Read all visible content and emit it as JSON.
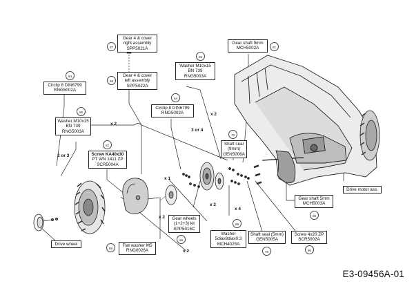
{
  "drawing_code": "E3-09456A-01",
  "parts": [
    {
      "id": "gear-cover-right",
      "ref": "67",
      "lines": [
        "Gear 4 & cover",
        "right assembly",
        "SPP5021A"
      ]
    },
    {
      "id": "gear-cover-left",
      "ref": "66",
      "lines": [
        "Gear 4 & cover",
        "left assembly",
        "SPP5022A"
      ]
    },
    {
      "id": "circlip-left",
      "ref": "64",
      "lines": [
        "Circlip 8 DIN6799",
        "RNG5002A"
      ]
    },
    {
      "id": "washer-left",
      "ref": "65",
      "lines": [
        "Washer M10x15",
        "BN 739",
        "RNG5003A"
      ]
    },
    {
      "id": "washer-top",
      "ref": "65",
      "lines": [
        "Washer M10x15",
        "BN 739",
        "RNG5003A"
      ]
    },
    {
      "id": "circlip-center",
      "ref": "64",
      "lines": [
        "Circlip 8 DIN6799",
        "RNG5002A"
      ]
    },
    {
      "id": "gear-shaft-9",
      "ref": "81",
      "lines": [
        "Gear shaft 9mm",
        "MCH5002A"
      ]
    },
    {
      "id": "screw-ka",
      "ref": "62",
      "lines": [
        "Screw KA40x30",
        "PT WN 1411 ZP",
        "SCR5004A"
      ]
    },
    {
      "id": "shaft-seal-9",
      "ref": "70",
      "lines": [
        "Shaft seal",
        "(9mm)",
        "GEN5006A"
      ]
    },
    {
      "id": "drive-motor",
      "ref": "",
      "lines": [
        "Drive motor ass."
      ]
    },
    {
      "id": "gear-shaft-5",
      "ref": "80",
      "lines": [
        "Gear shaft 5mm",
        "MCH5003A"
      ]
    },
    {
      "id": "gear-wheels",
      "ref": "68",
      "lines": [
        "Gear wheels",
        "(1+2+3) kit",
        "SPP5016C"
      ]
    },
    {
      "id": "washer-5dia",
      "ref": "69",
      "lines": [
        "Washer",
        "5diax8diax0.3",
        "MCH4025A"
      ]
    },
    {
      "id": "shaft-seal-5",
      "ref": "78",
      "lines": [
        "Shaft seal (5mm)",
        "GEN5005A"
      ]
    },
    {
      "id": "screw-4x20",
      "ref": "55",
      "lines": [
        "Screw 4x20 ZP",
        "SCR5002A"
      ]
    },
    {
      "id": "flat-washer",
      "ref": "58",
      "lines": [
        "Flat washer M5",
        "RNG0026A"
      ]
    },
    {
      "id": "drive-wheel",
      "ref": "",
      "lines": [
        "Drive wheel"
      ]
    }
  ],
  "quantities": {
    "q_x2_a": "x 2",
    "q_x2_b": "x 2",
    "q_3or4": "3 or 4",
    "q_2or3": "2 or 3",
    "q_x1": "x 1",
    "q_x2_c": "x 2",
    "q_x2_d": "x 2",
    "q_x4": "x 4",
    "q_x2_e": "x 2"
  }
}
